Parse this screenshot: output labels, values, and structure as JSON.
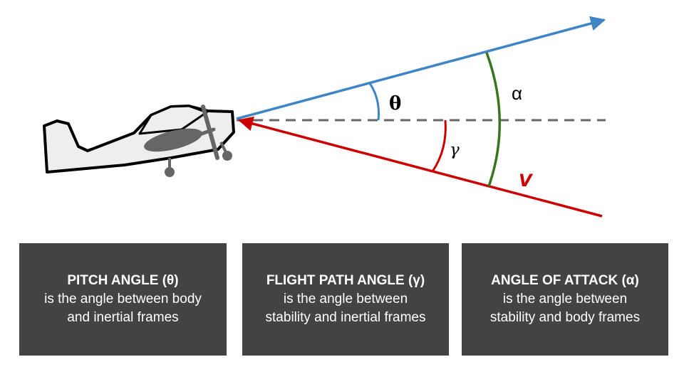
{
  "labels": {
    "theta": "θ",
    "alpha": "α",
    "gamma": "γ",
    "v": "V"
  },
  "colors": {
    "body_axis": "#3d85c6",
    "velocity": "#cc0000",
    "alpha_arc": "#38761d",
    "horizon": "#666666",
    "card_bg": "#434343"
  },
  "cards": [
    {
      "title": "PITCH ANGLE (θ)",
      "line1": "is the angle between body",
      "line2": "and inertial frames"
    },
    {
      "title": "FLIGHT PATH ANGLE (γ)",
      "line1": "is the angle between",
      "line2": "stability and inertial frames"
    },
    {
      "title": "ANGLE OF ATTACK (α)",
      "line1": "is the angle between",
      "line2": "stability and body frames"
    }
  ]
}
